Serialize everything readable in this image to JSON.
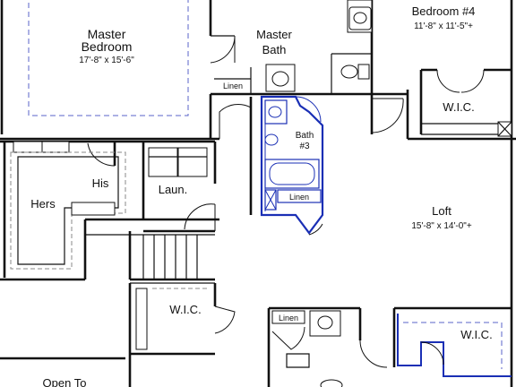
{
  "rooms": {
    "master_bedroom": {
      "name_line1": "Master",
      "name_line2": "Bedroom",
      "dimensions": "17'-8\" x 15'-6\""
    },
    "master_bath": {
      "name_line1": "Master",
      "name_line2": "Bath"
    },
    "bedroom4": {
      "name": "Bedroom #4",
      "dimensions": "11'-8\" x 11'-5\"+"
    },
    "wic_bedroom4": {
      "name": "W.I.C."
    },
    "linen_master": {
      "name": "Linen"
    },
    "bath3": {
      "name_line1": "Bath",
      "name_line2": "#3"
    },
    "linen_bath3": {
      "name": "Linen"
    },
    "loft": {
      "name": "Loft",
      "dimensions": "15'-8\" x 14'-0\"+"
    },
    "hers": {
      "name": "Hers"
    },
    "his": {
      "name": "His"
    },
    "laundry": {
      "name": "Laun."
    },
    "wic_center": {
      "name": "W.I.C."
    },
    "linen_bottom": {
      "name": "Linen"
    },
    "wic_bottom_right": {
      "name": "W.I.C."
    },
    "open_to": {
      "name": "Open To"
    }
  },
  "colors": {
    "wall": "#111111",
    "optional_blue": "#1a2fb5",
    "dashed_blue": "#5a63c8",
    "background": "#ffffff"
  }
}
